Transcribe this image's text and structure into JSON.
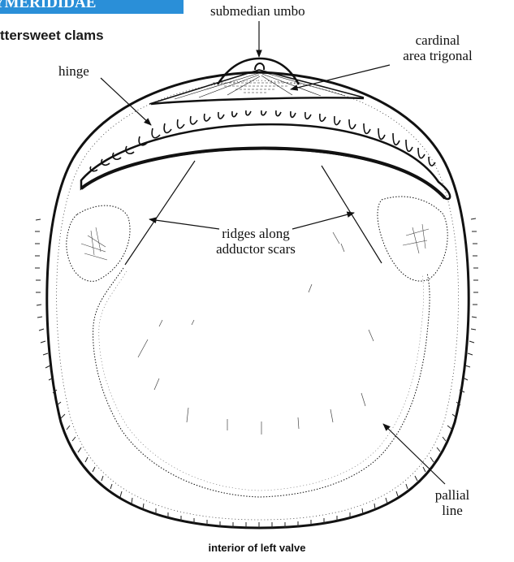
{
  "header": {
    "family_name": "CYMERIDIDAE",
    "common_name": "ttersweet clams"
  },
  "labels": {
    "submedian_umbo": "submedian umbo",
    "cardinal_area_line1": "cardinal",
    "cardinal_area_line2": "area trigonal",
    "hinge": "hinge",
    "ridges_line1": "ridges along",
    "ridges_line2": "adductor scars",
    "pallial_line1": "pallial",
    "pallial_line2": "line"
  },
  "caption": "interior of left valve",
  "colors": {
    "badge_background": "#2a8fd8",
    "ink": "#111111"
  }
}
